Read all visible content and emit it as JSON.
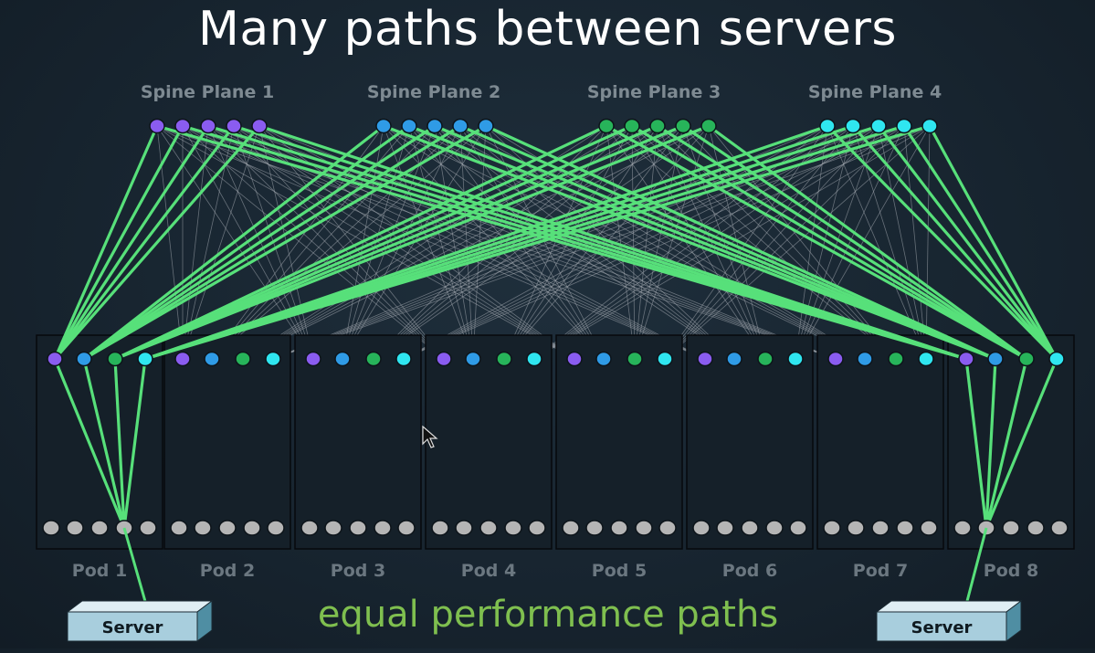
{
  "title": "Many paths between servers",
  "subtitle": "equal performance paths",
  "spine_planes": [
    {
      "label": "Spine Plane 1",
      "color": "#8a5cf0"
    },
    {
      "label": "Spine Plane 2",
      "color": "#2f9be6"
    },
    {
      "label": "Spine Plane 3",
      "color": "#27b45a"
    },
    {
      "label": "Spine Plane 4",
      "color": "#2fe6f0"
    }
  ],
  "pods": [
    "Pod 1",
    "Pod 2",
    "Pod 3",
    "Pod 4",
    "Pod 5",
    "Pod 6",
    "Pod 7",
    "Pod 8"
  ],
  "servers": [
    {
      "label": "Server",
      "pod": 1
    },
    {
      "label": "Server",
      "pod": 8
    }
  ],
  "colors": {
    "highlight_path": "#57e07a",
    "mesh_line": "#a7adb4",
    "leaf_node": "#b5b5b5",
    "pod_label": "#6b7780",
    "spine_label": "#7e8a92"
  }
}
